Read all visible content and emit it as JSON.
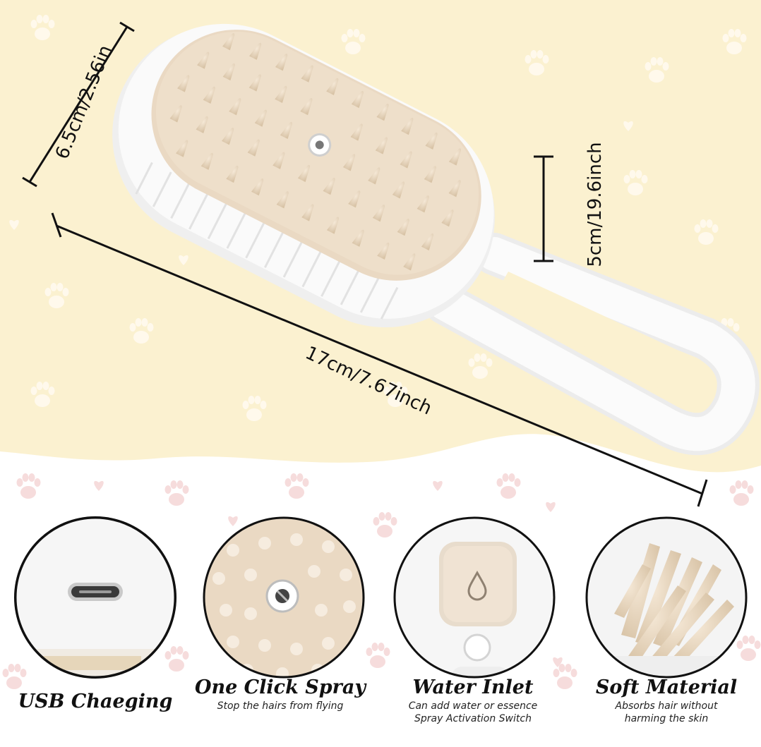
{
  "dimensions": {
    "width_label": "6.5cm/2.56in",
    "height_label": "5cm/19.6inch",
    "length_label": "17cm/7.67inch"
  },
  "features": [
    {
      "title": "USB Chaeging",
      "description": ""
    },
    {
      "title": "One Click Spray",
      "description": "Stop the hairs from flying"
    },
    {
      "title": "Water Inlet",
      "description_lines": [
        "Can add water or essence",
        "Spray Activation Switch"
      ]
    },
    {
      "title": "Soft Material",
      "description_lines": [
        "Absorbs hair without",
        "harming the skin"
      ]
    }
  ],
  "icons": [
    "paw-print-icon",
    "heart-icon",
    "water-drop-icon",
    "usb-c-port-icon"
  ],
  "colors": {
    "cream_background": "#fbf1d0",
    "pink_paws": "#f6dcdc",
    "brush_white": "#f7f7f7",
    "bristle_beige": "#e9d8c2"
  }
}
